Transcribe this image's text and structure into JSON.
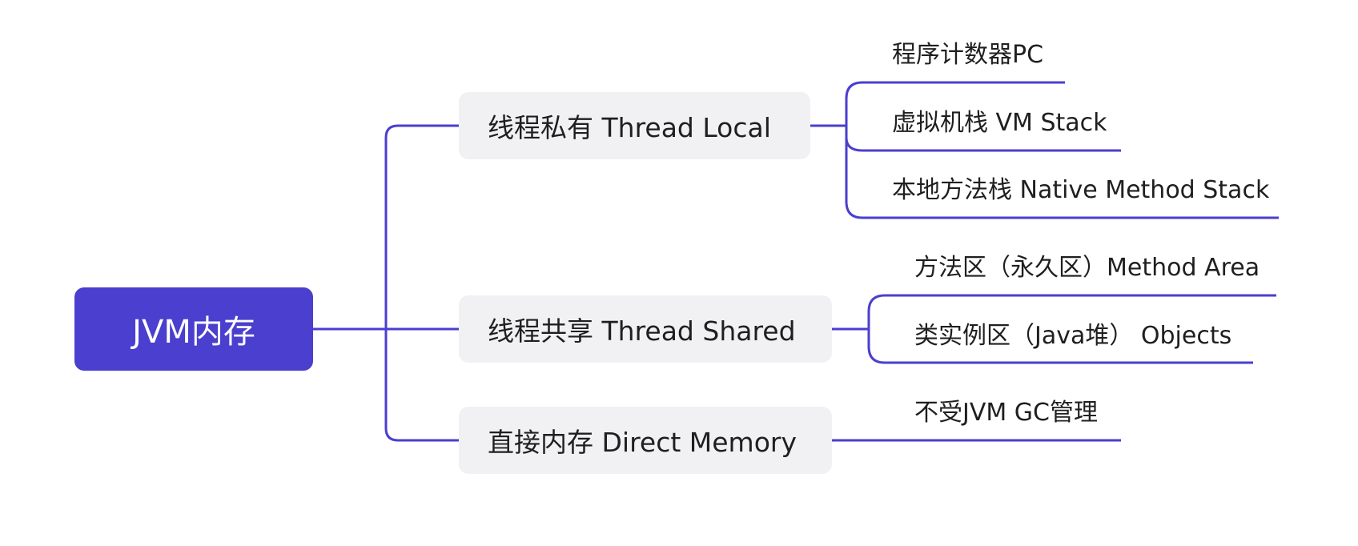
{
  "diagram": {
    "line_color": "#4a3fce",
    "root": {
      "label": "JVM内存",
      "fill": "#4a3fce",
      "text_color": "#ffffff"
    },
    "branches": [
      {
        "label": "线程私有 Thread Local",
        "children": [
          "程序计数器PC",
          "虚拟机栈 VM Stack",
          "本地方法栈 Native Method Stack"
        ]
      },
      {
        "label": "线程共享 Thread Shared",
        "children": [
          "方法区（永久区）Method Area",
          "类实例区（Java堆） Objects"
        ]
      },
      {
        "label": "直接内存 Direct Memory",
        "children": [
          "不受JVM GC管理"
        ]
      }
    ],
    "branch_fill": "#f1f1f3"
  }
}
